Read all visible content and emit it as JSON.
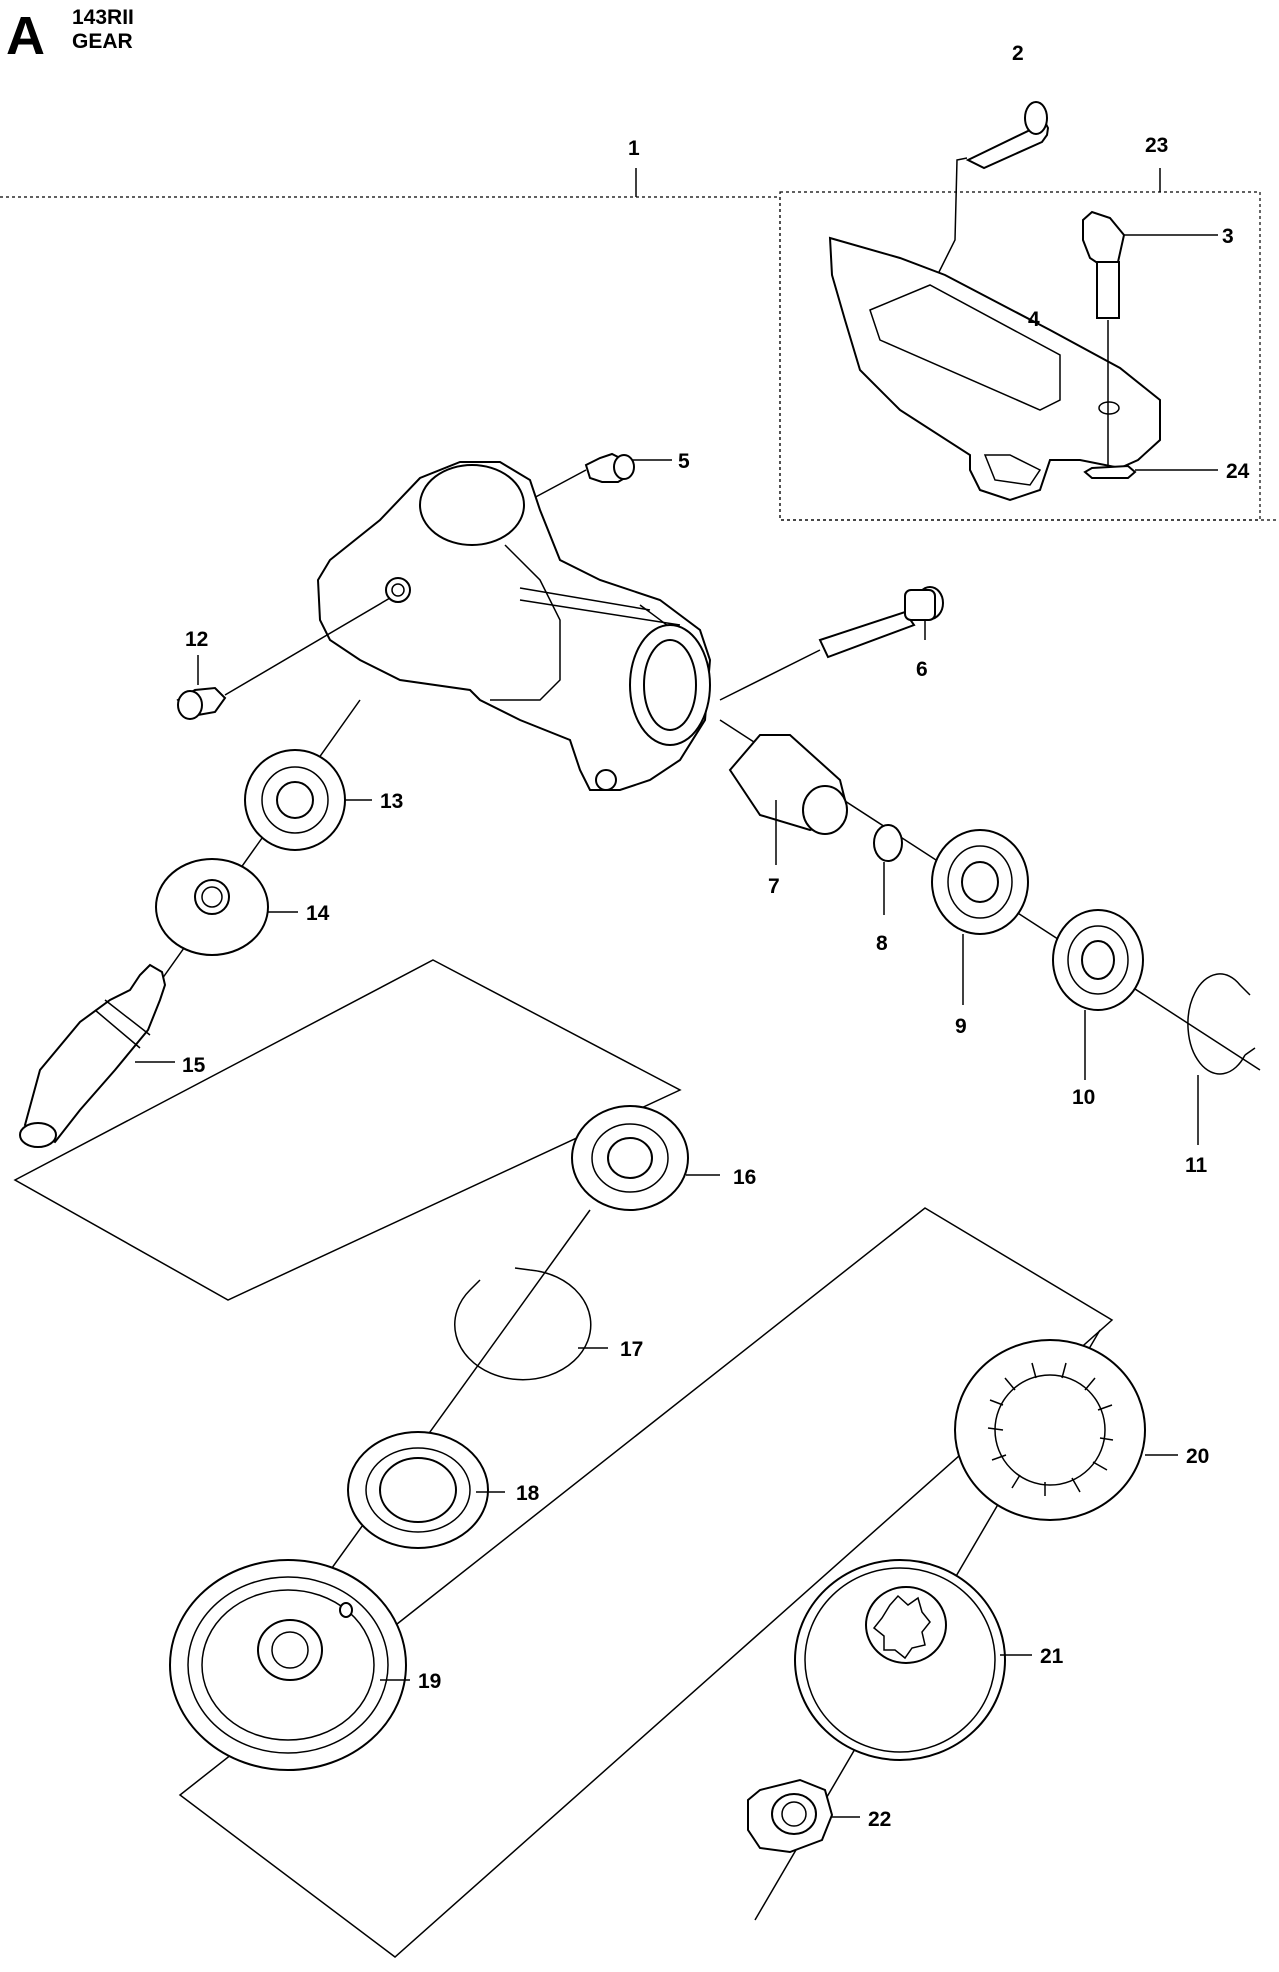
{
  "header": {
    "section": "A",
    "model": "143RII",
    "title": "GEAR"
  },
  "labels": {
    "p1": "1",
    "p2": "2",
    "p3": "3",
    "p4": "4",
    "p5": "5",
    "p6": "6",
    "p7": "7",
    "p8": "8",
    "p9": "9",
    "p10": "10",
    "p11": "11",
    "p12": "12",
    "p13": "13",
    "p14": "14",
    "p15": "15",
    "p16": "16",
    "p17": "17",
    "p18": "18",
    "p19": "19",
    "p20": "20",
    "p21": "21",
    "p22": "22",
    "p23": "23",
    "p24": "24"
  }
}
